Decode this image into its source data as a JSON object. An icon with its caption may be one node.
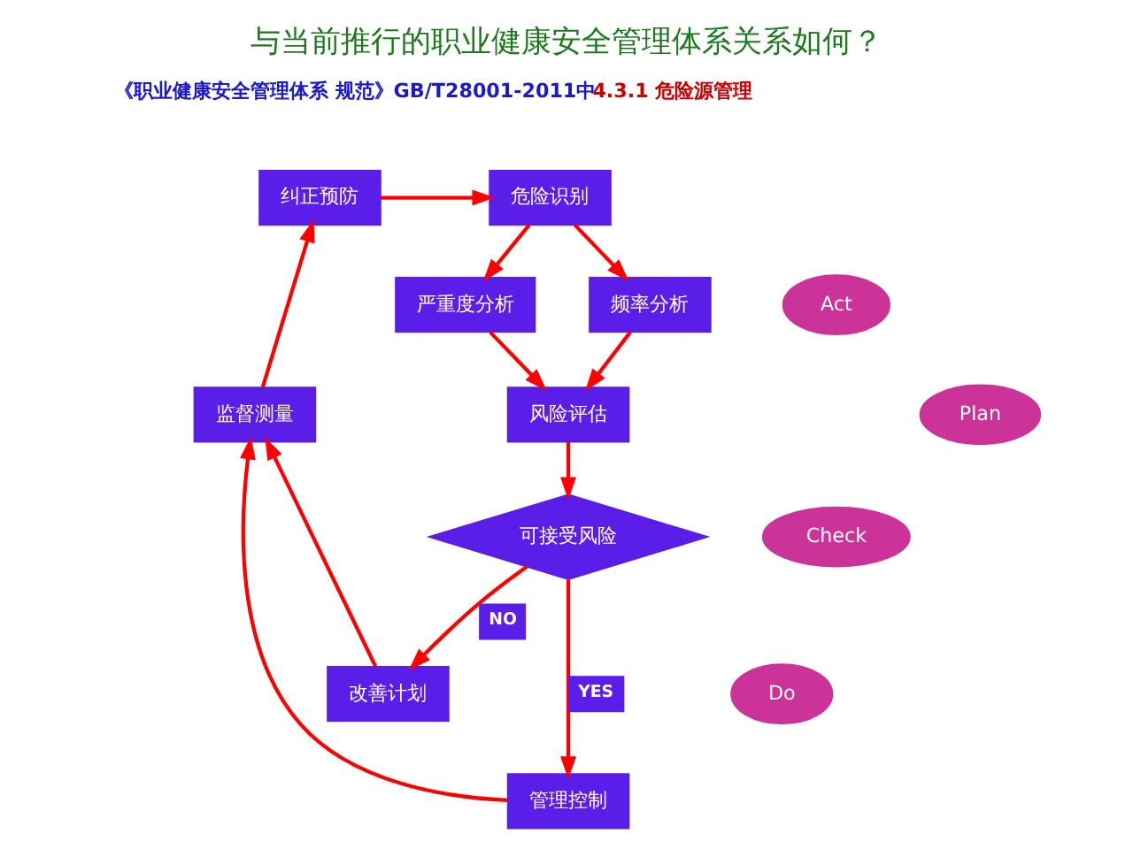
{
  "diagram": {
    "title": "与当前推行的职业健康安全管理体系关系如何？",
    "nodes": [
      {
        "text": [
          "纠正预防"
        ]
      },
      {
        "text": [
          "危险识别"
        ]
      },
      {
        "text": [
          "频率分析"
        ]
      },
      {
        "text": [
          "严重度分析"
        ]
      },
      {
        "text": [
          "风险评估"
        ]
      },
      {
        "text": [
          "可接受风险"
        ]
      },
      {
        "text": [
          "改善计划"
        ]
      },
      {
        "text": [
          "管理控制"
        ]
      },
      {
        "text": [
          "监督测量"
        ]
      },
      {
        "text": [
          "Act"
        ]
      },
      {
        "text": [
          "Check"
        ]
      },
      {
        "text": [
          "Plan"
        ]
      },
      {
        "text": [
          "Do"
        ]
      }
    ],
    "edges": [
      {
        "from": 0,
        "to": 1,
        "arrow": "to"
      },
      {
        "from": 1,
        "to": 2,
        "arrow": "to"
      },
      {
        "from": 1,
        "to": 3,
        "arrow": "to"
      },
      {
        "from": 2,
        "to": 4,
        "arrow": "to"
      },
      {
        "from": 3,
        "to": 4,
        "arrow": "to"
      },
      {
        "from": 4,
        "to": 5,
        "arrow": "to"
      },
      {
        "from": 5,
        "to": 6,
        "label": "NO",
        "arrow": "to"
      },
      {
        "from": 5,
        "to": 7,
        "label": "YES",
        "arrow": "to"
      },
      {
        "from": 6,
        "to": 8,
        "arrow": "to"
      },
      {
        "from": 7,
        "to": 8,
        "arrow": "to"
      },
      {
        "from": 8,
        "to": 0,
        "arrow": "to"
      }
    ],
    "labels": [
      "《职业健康安全管理体系 规范》GB/T28001-2011中",
      "4.3.1 危险源管理"
    ]
  }
}
